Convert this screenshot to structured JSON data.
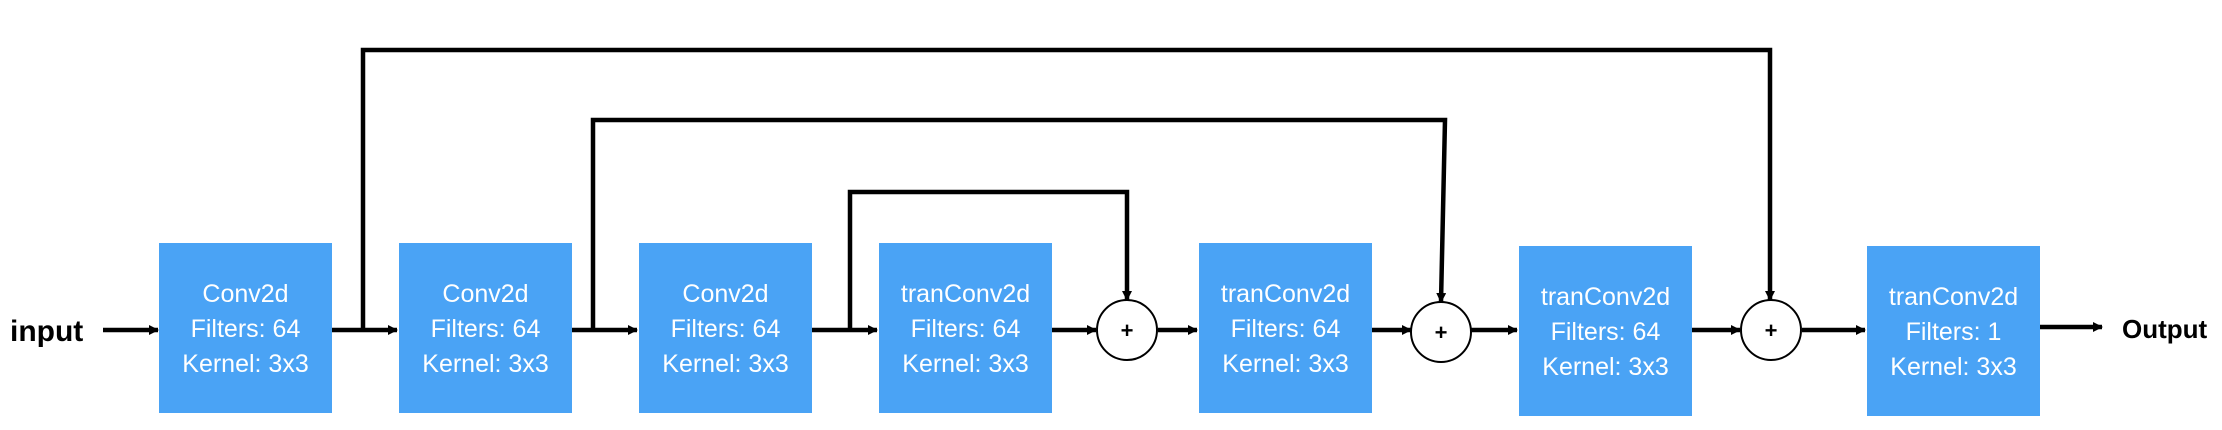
{
  "diagram": {
    "input_label": "input",
    "output_label": "Output",
    "block_color": "#4aa3f5",
    "blocks": [
      {
        "name": "Conv2d",
        "filters": "Filters: 64",
        "kernel": "Kernel: 3x3"
      },
      {
        "name": "Conv2d",
        "filters": "Filters: 64",
        "kernel": "Kernel: 3x3"
      },
      {
        "name": "Conv2d",
        "filters": "Filters: 64",
        "kernel": "Kernel: 3x3"
      },
      {
        "name": "tranConv2d",
        "filters": "Filters: 64",
        "kernel": "Kernel: 3x3"
      },
      {
        "name": "tranConv2d",
        "filters": "Filters: 64",
        "kernel": "Kernel: 3x3"
      },
      {
        "name": "tranConv2d",
        "filters": "Filters: 64",
        "kernel": "Kernel: 3x3"
      },
      {
        "name": "tranConv2d",
        "filters": "Filters: 1",
        "kernel": "Kernel: 3x3"
      }
    ],
    "add_symbol": "+"
  }
}
